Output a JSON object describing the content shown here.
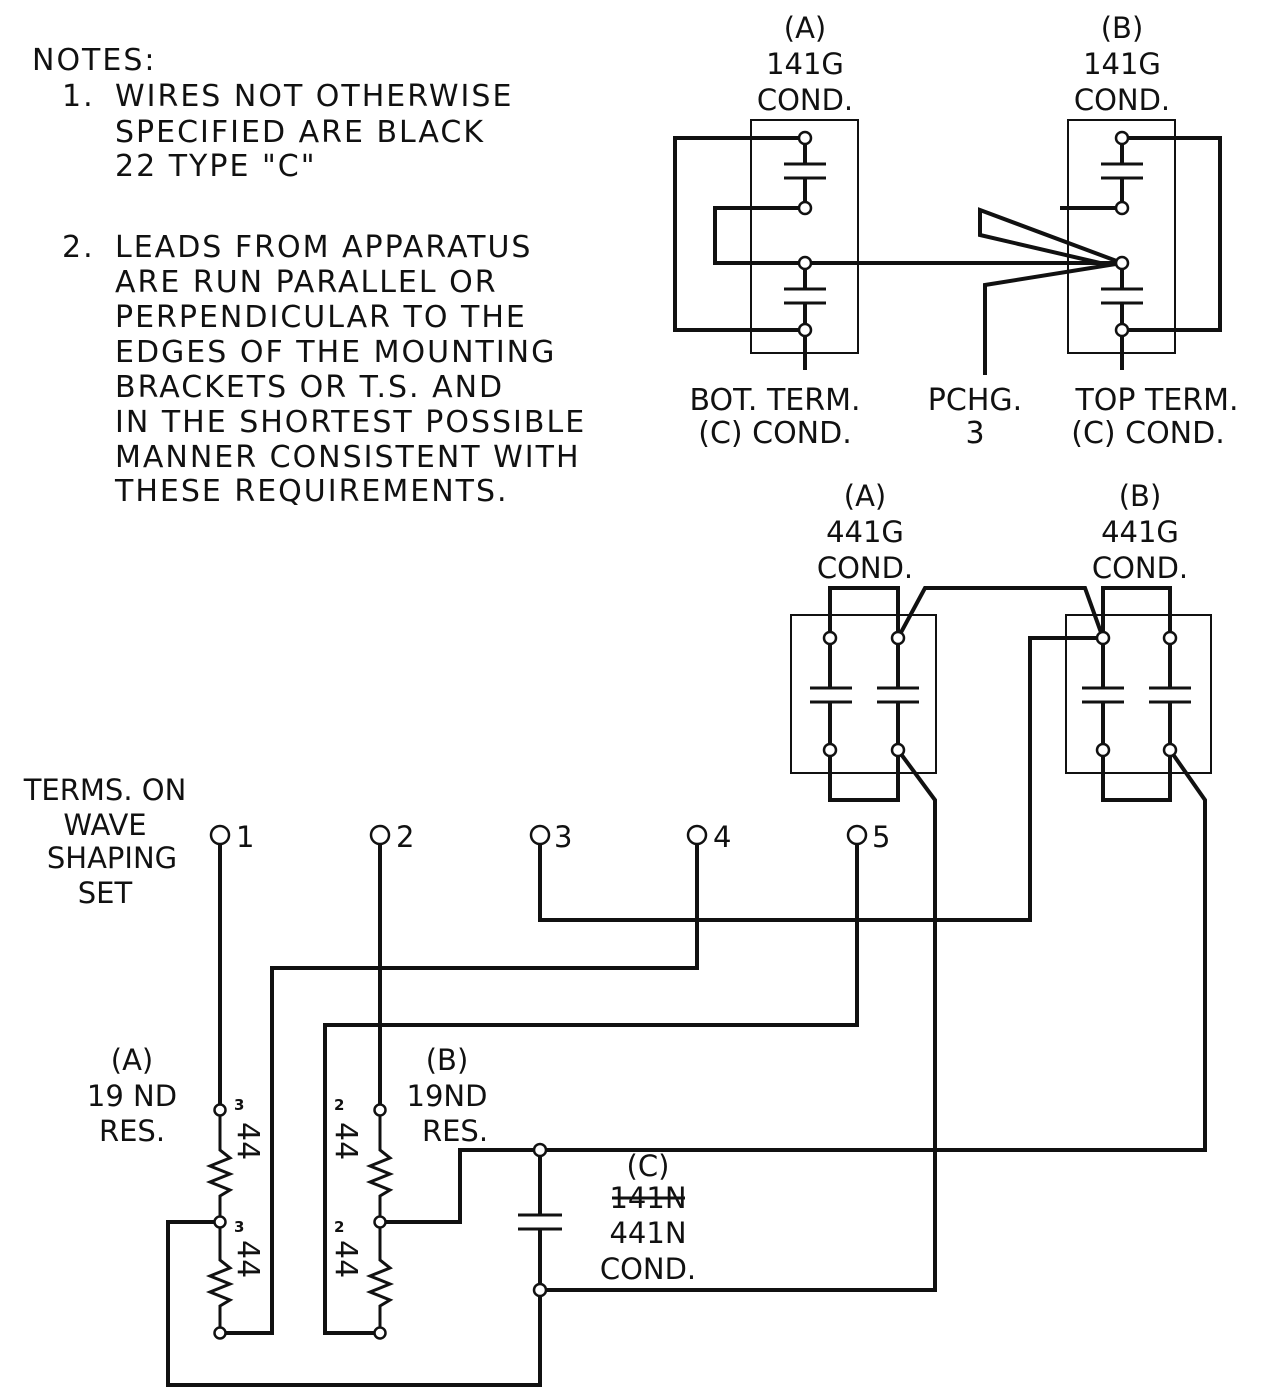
{
  "notes": {
    "heading": "NOTES:",
    "n1_num": "1.",
    "n1_lines": [
      "WIRES NOT OTHERWISE",
      "SPECIFIED ARE BLACK",
      "22 TYPE \"C\""
    ],
    "n2_num": "2.",
    "n2_lines": [
      "LEADS FROM APPARATUS",
      "ARE RUN PARALLEL OR",
      "PERPENDICULAR TO THE",
      "EDGES OF THE MOUNTING",
      "BRACKETS OR T.S. AND",
      "IN THE SHORTEST POSSIBLE",
      "MANNER CONSISTENT WITH",
      "THESE REQUIREMENTS."
    ]
  },
  "cond141_a": [
    "(A)",
    "141G",
    "COND."
  ],
  "cond141_b": [
    "(B)",
    "141G",
    "COND."
  ],
  "bot_term": [
    "BOT. TERM.",
    "(C) COND."
  ],
  "pchg": [
    "PCHG.",
    "3"
  ],
  "top_term": [
    "TOP TERM.",
    "(C) COND."
  ],
  "cond441_a": [
    "(A)",
    "441G",
    "COND."
  ],
  "cond441_b": [
    "(B)",
    "441G",
    "COND."
  ],
  "terms_label": [
    "TERMS. ON",
    "WAVE",
    "SHAPING",
    "SET"
  ],
  "terminals": [
    "1",
    "2",
    "3",
    "4",
    "5"
  ],
  "res_a": [
    "(A)",
    "19 ND",
    "RES."
  ],
  "res_b": [
    "(B)",
    "19ND",
    "RES."
  ],
  "res_values": {
    "top": "44",
    "bottom": "44",
    "mark_a_top": "3",
    "mark_a_bot": "3",
    "mark_b_top": "2",
    "mark_b_bot": "2"
  },
  "cond_c": {
    "letter": "(C)",
    "struck": "141N",
    "code": "441N",
    "word": "COND."
  }
}
